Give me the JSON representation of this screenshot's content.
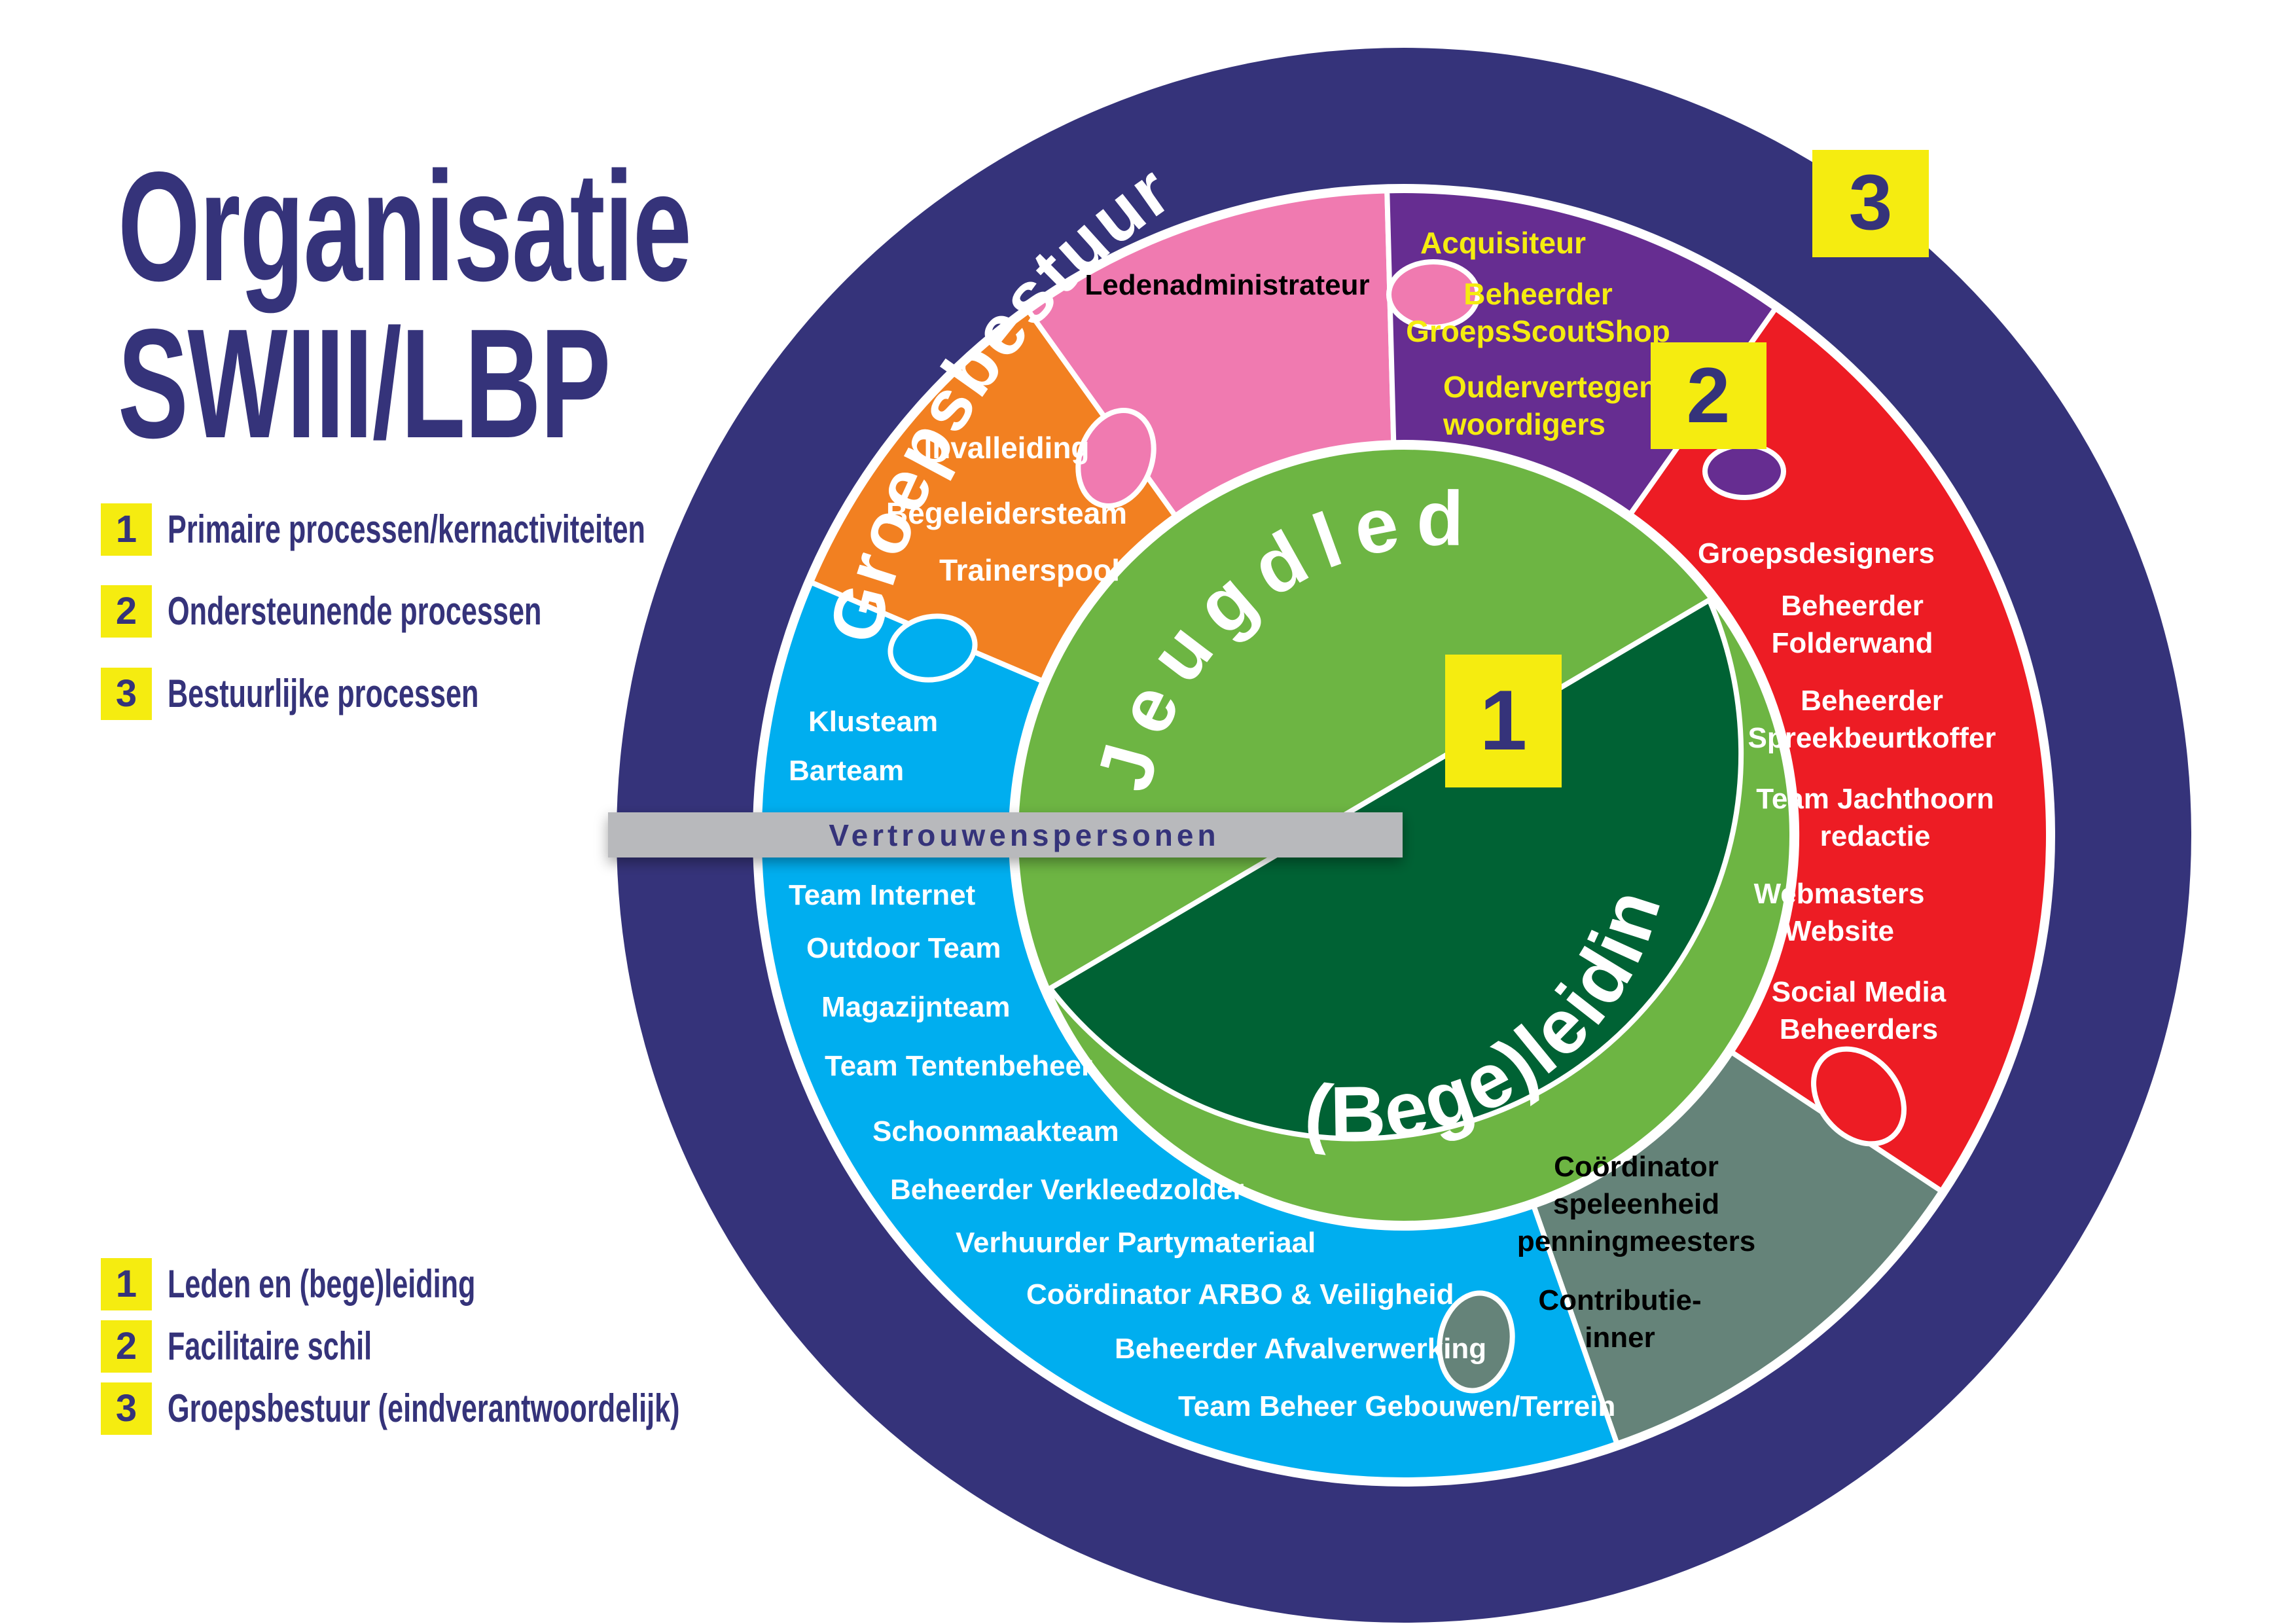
{
  "title": {
    "line1": "Organisatie",
    "line2": "SWIII/LBP"
  },
  "colors": {
    "navy": "#35337A",
    "yellow": "#F5EC10",
    "orange": "#F28021",
    "pink": "#F07AB0",
    "purple": "#662D91",
    "red": "#ED1C24",
    "gray": "#658379",
    "blue": "#00AEEF",
    "light_green": "#6DB543",
    "dark_green": "#006234",
    "bar_gray": "#B8B9BC"
  },
  "legend_processes": [
    {
      "number": "1",
      "label": "Primaire processen/kernactiviteiten"
    },
    {
      "number": "2",
      "label": "Ondersteunende processen"
    },
    {
      "number": "3",
      "label": "Bestuurlijke processen"
    }
  ],
  "legend_layers": [
    {
      "number": "1",
      "label": "Leden en (bege)leiding"
    },
    {
      "number": "2",
      "label": "Facilitaire schil"
    },
    {
      "number": "3",
      "label": "Groepsbestuur (eindverantwoordelijk)"
    }
  ],
  "outer_ring": {
    "label": "Groepsbestuur",
    "badge": "3"
  },
  "facility_ring": {
    "badge": "2",
    "segments": [
      {
        "name": "orange",
        "items": [
          "Invalleiding",
          "Begeleidersteam",
          "Trainerspool"
        ]
      },
      {
        "name": "pink",
        "items": [
          "Ledenadministrateur"
        ]
      },
      {
        "name": "purple",
        "items": [
          "Acquisiteur",
          "Beheerder",
          "GroepsScoutShop",
          "Oudervertegen-",
          "woordigers"
        ]
      },
      {
        "name": "red",
        "items": [
          "Groepsdesigners",
          "Beheerder",
          "Folderwand",
          "Beheerder",
          "Spreekbeurtkoffer",
          "Team Jachthoorn",
          "redactie",
          "Webmasters",
          "Website",
          "Social Media",
          "Beheerders"
        ]
      },
      {
        "name": "gray",
        "items": [
          "Coördinator",
          "speleenheid",
          "penningmeesters",
          "Contributie-",
          "inner"
        ]
      },
      {
        "name": "blue",
        "items": [
          "Klusteam",
          "Barteam",
          "Team Internet",
          "Outdoor Team",
          "Magazijnteam",
          "Team Tentenbeheer",
          "Schoonmaakteam",
          "Beheerder Verkleedzolder",
          "Verhuurder Partymateriaal",
          "Coördinator ARBO & Veiligheid",
          "Beheerder Afvalverwerking",
          "Team Beheer Gebouwen/Terrein"
        ]
      }
    ]
  },
  "core": {
    "badge": "1",
    "top_label": "Jeugdleden",
    "bottom_label": "(Bege)leiding"
  },
  "banner": {
    "label": "Vertrouwenspersonen"
  }
}
